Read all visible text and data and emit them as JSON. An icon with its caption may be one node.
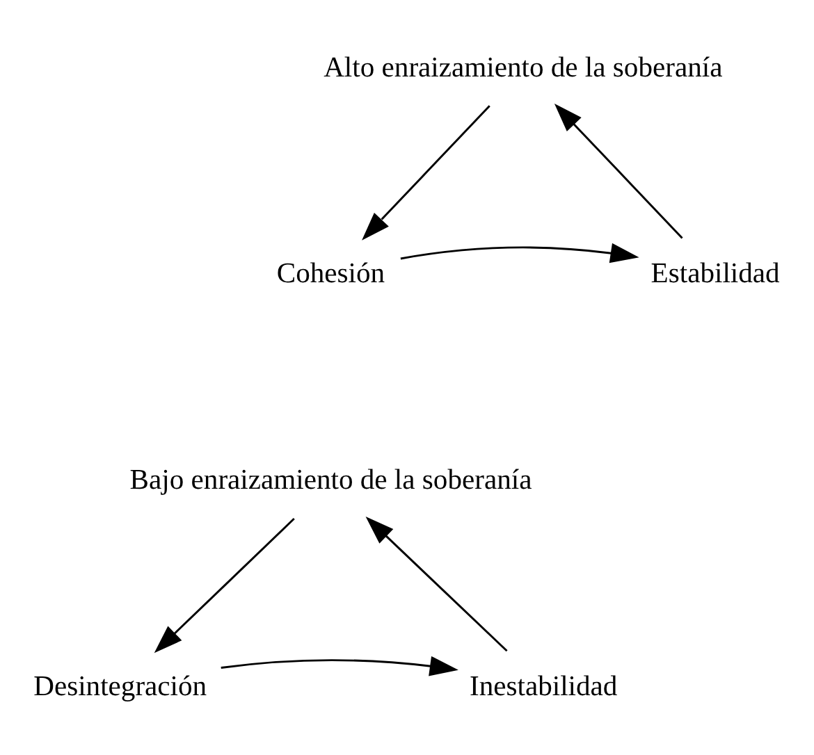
{
  "diagram": {
    "nodes": [
      {
        "text": [
          "Alto enraizamiento de la soberanía"
        ]
      },
      {
        "text": [
          "Cohesión"
        ]
      },
      {
        "text": [
          "Estabilidad"
        ]
      },
      {
        "text": [
          "Bajo enraizamiento de la soberanía"
        ]
      },
      {
        "text": [
          "Desintegración"
        ]
      },
      {
        "text": [
          "Inestabilidad"
        ]
      }
    ],
    "edges": [
      {
        "from": 0,
        "to": 1,
        "arrow": "to"
      },
      {
        "from": 1,
        "to": 2,
        "arrow": "to"
      },
      {
        "from": 2,
        "to": 0,
        "arrow": "to"
      },
      {
        "from": 3,
        "to": 4,
        "arrow": "to"
      },
      {
        "from": 4,
        "to": 5,
        "arrow": "to"
      },
      {
        "from": 5,
        "to": 3,
        "arrow": "to"
      }
    ]
  }
}
